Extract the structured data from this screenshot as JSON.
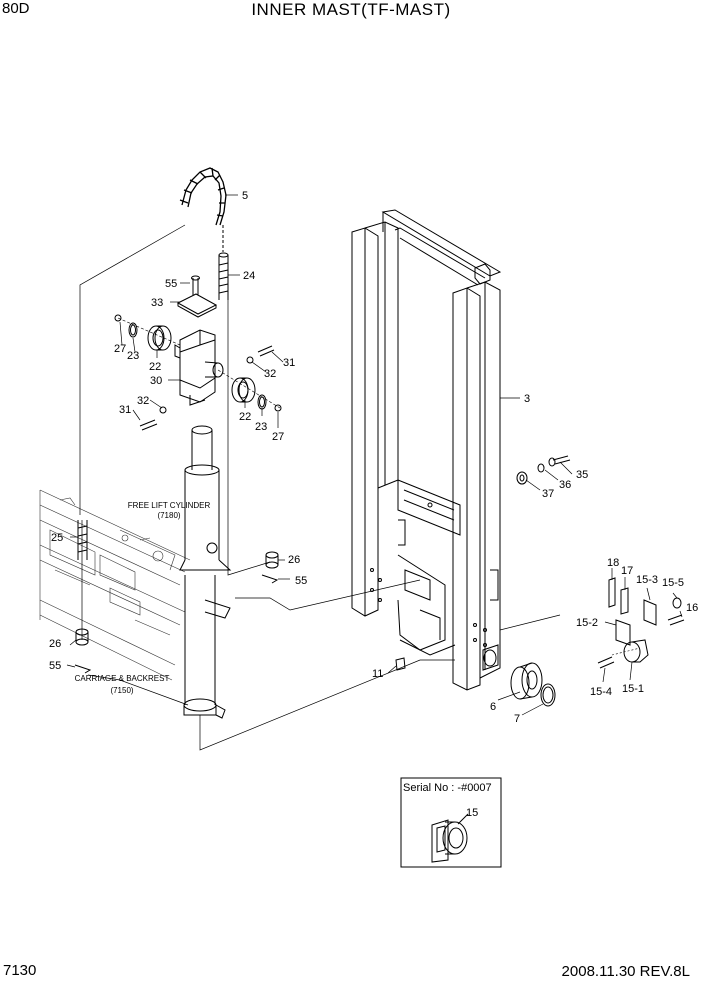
{
  "header": {
    "model": "80D",
    "title": "INNER MAST(TF-MAST)"
  },
  "footer": {
    "page": "7130",
    "date_rev": "2008.11.30  REV.8L"
  },
  "refs": {
    "free_lift_cylinder": "FREE LIFT CYLINDER",
    "free_lift_code": "(7180)",
    "carriage": "CARRIAGE & BACKREST",
    "carriage_code": "(7150)"
  },
  "inset": {
    "serial": "Serial No : -#0007",
    "part": "15"
  },
  "parts": {
    "p5": "5",
    "p24": "24",
    "p55a": "55",
    "p33": "33",
    "p27a": "27",
    "p23a": "23",
    "p22a": "22",
    "p30": "30",
    "p31a": "31",
    "p32a": "32",
    "p32b": "32",
    "p31b": "31",
    "p22b": "22",
    "p23b": "23",
    "p27b": "27",
    "p3": "3",
    "p35": "35",
    "p36": "36",
    "p37": "37",
    "p25": "25",
    "p26a": "26",
    "p55b": "55",
    "p26b": "26",
    "p55c": "55",
    "p11": "11",
    "p6": "6",
    "p7": "7",
    "p18": "18",
    "p17": "17",
    "p15_3": "15-3",
    "p15_5": "15-5",
    "p16": "16",
    "p15_2": "15-2",
    "p15_4": "15-4",
    "p15_1": "15-1"
  }
}
